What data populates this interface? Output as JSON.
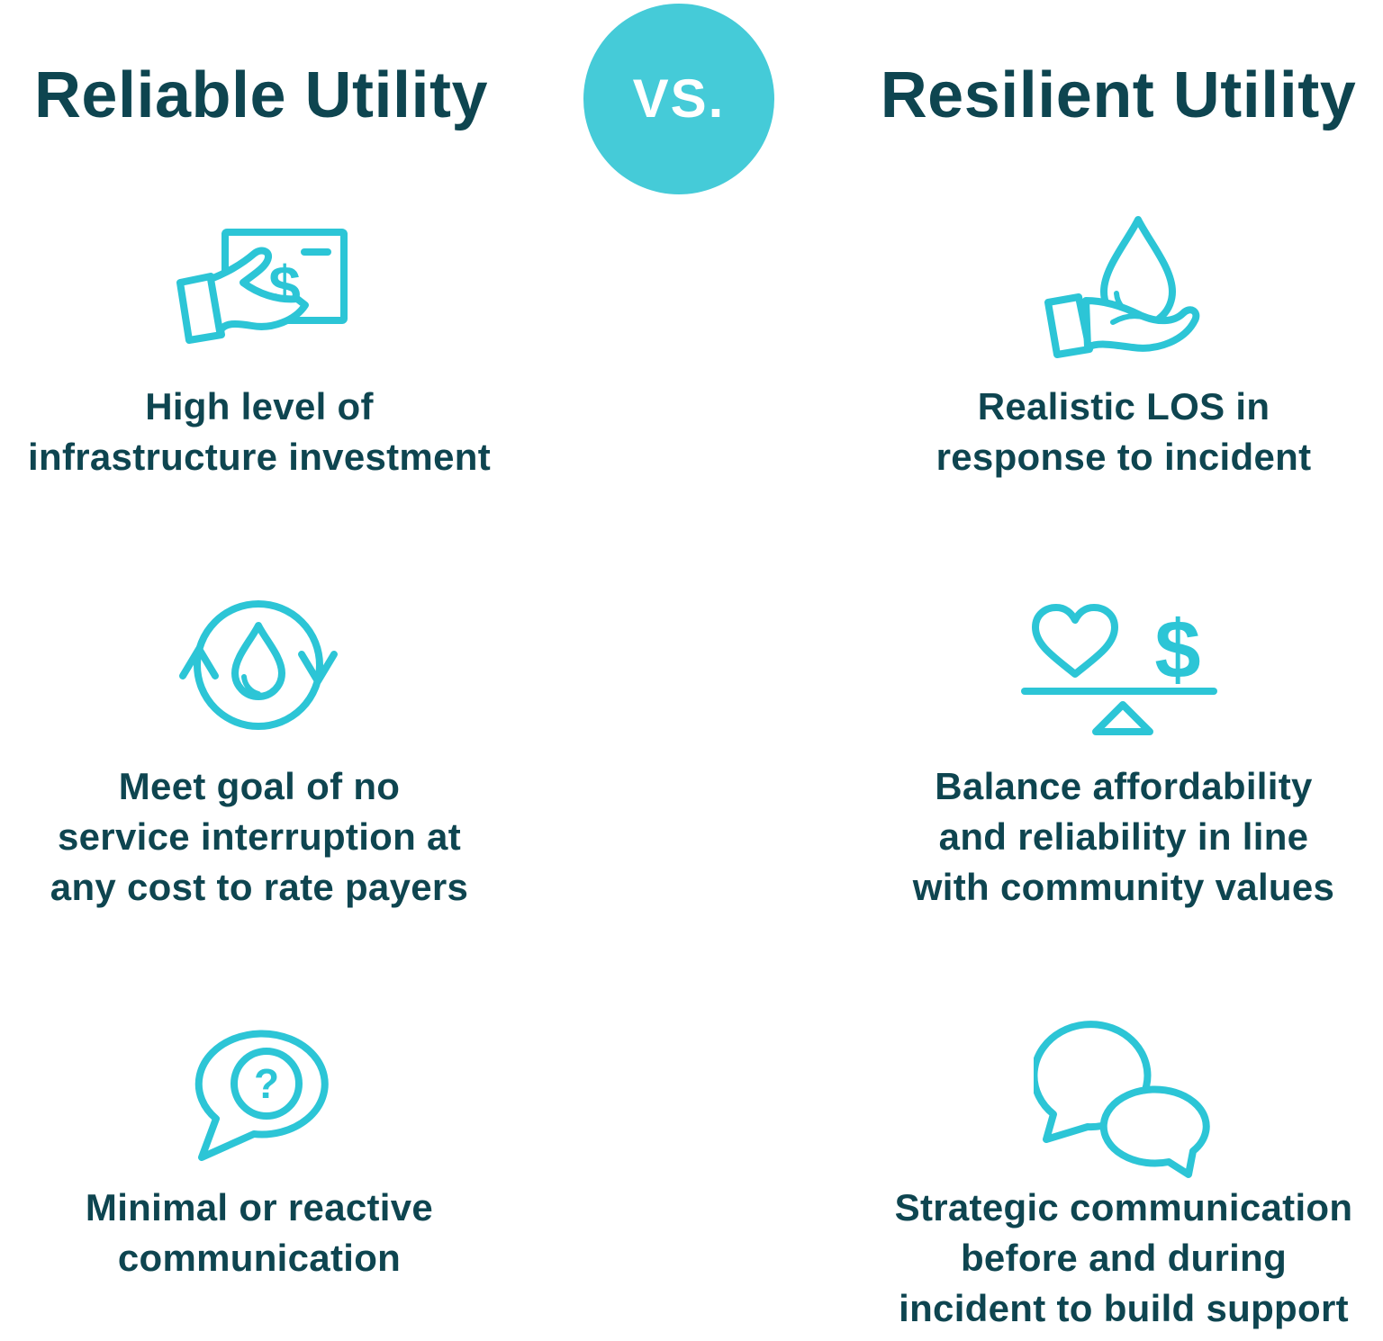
{
  "colors": {
    "accent_icon": "#2CC5D6",
    "vs_badge_bg": "#45CBD8",
    "vs_badge_text": "#FFFFFF",
    "text_dark_teal": "#0E4550",
    "background": "#FFFFFF"
  },
  "vs_badge": {
    "label": "VS."
  },
  "glyphs": {
    "dollar": "$",
    "question": "?"
  },
  "columns": {
    "left": {
      "title": "Reliable Utility",
      "items": [
        {
          "icon": "money-in-hand-icon",
          "lines": [
            "High level of",
            "infrastructure investment"
          ]
        },
        {
          "icon": "water-drop-cycle-icon",
          "lines": [
            "Meet goal of no",
            "service interruption at",
            "any cost to rate payers"
          ]
        },
        {
          "icon": "question-speech-bubble-icon",
          "lines": [
            "Minimal or reactive",
            "communication"
          ]
        }
      ]
    },
    "right": {
      "title": "Resilient Utility",
      "items": [
        {
          "icon": "water-drop-in-hand-icon",
          "lines": [
            "Realistic LOS in",
            "response to incident"
          ]
        },
        {
          "icon": "heart-dollar-balance-icon",
          "lines": [
            "Balance affordability",
            "and reliability in line",
            "with community values"
          ]
        },
        {
          "icon": "chat-bubbles-icon",
          "lines": [
            "Strategic communication",
            "before and during",
            "incident to build support"
          ]
        }
      ]
    }
  }
}
